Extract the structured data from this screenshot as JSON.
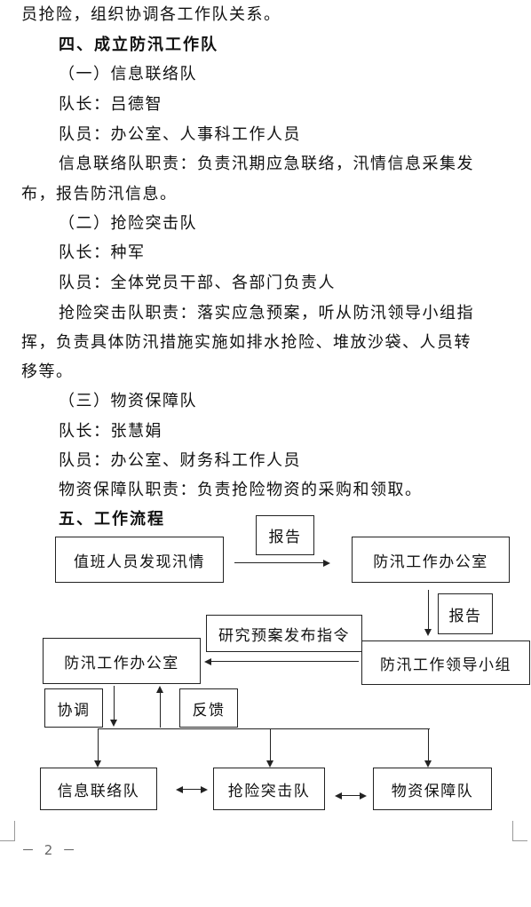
{
  "text": {
    "l1": "员抢险，组织协调各工作队关系。",
    "h4": "四、成立防汛工作队",
    "s1": "（一）信息联络队",
    "s1_leader": "队长：吕德智",
    "s1_members": "队员：办公室、人事科工作人员",
    "s1_duty_a": "信息联络队职责：负责汛期应急联络，汛情信息采集发",
    "s1_duty_b": "布，报告防汛信息。",
    "s2": "（二）抢险突击队",
    "s2_leader": "队长：种军",
    "s2_members": "队员：全体党员干部、各部门负责人",
    "s2_duty_a": "抢险突击队职责：落实应急预案，听从防汛领导小组指",
    "s2_duty_b": "挥，负责具体防汛措施实施如排水抢险、堆放沙袋、人员转",
    "s2_duty_c": "移等。",
    "s3": "（三）物资保障队",
    "s3_leader": "队长：张慧娟",
    "s3_members": "队员：办公室、财务科工作人员",
    "s3_duty": "物资保障队职责：负责抢险物资的采购和领取。",
    "h5": "五、工作流程"
  },
  "flow": {
    "discover": "值班人员发现汛情",
    "report1": "报告",
    "office1": "防汛工作办公室",
    "report2": "报告",
    "plan": "研究预案发布指令",
    "office2": "防汛工作办公室",
    "leader_group": "防汛工作领导小组",
    "coord": "协调",
    "feedback": "反馈",
    "team1": "信息联络队",
    "team2": "抢险突击队",
    "team3": "物资保障队"
  },
  "footer": {
    "page": "－ 2 －"
  }
}
